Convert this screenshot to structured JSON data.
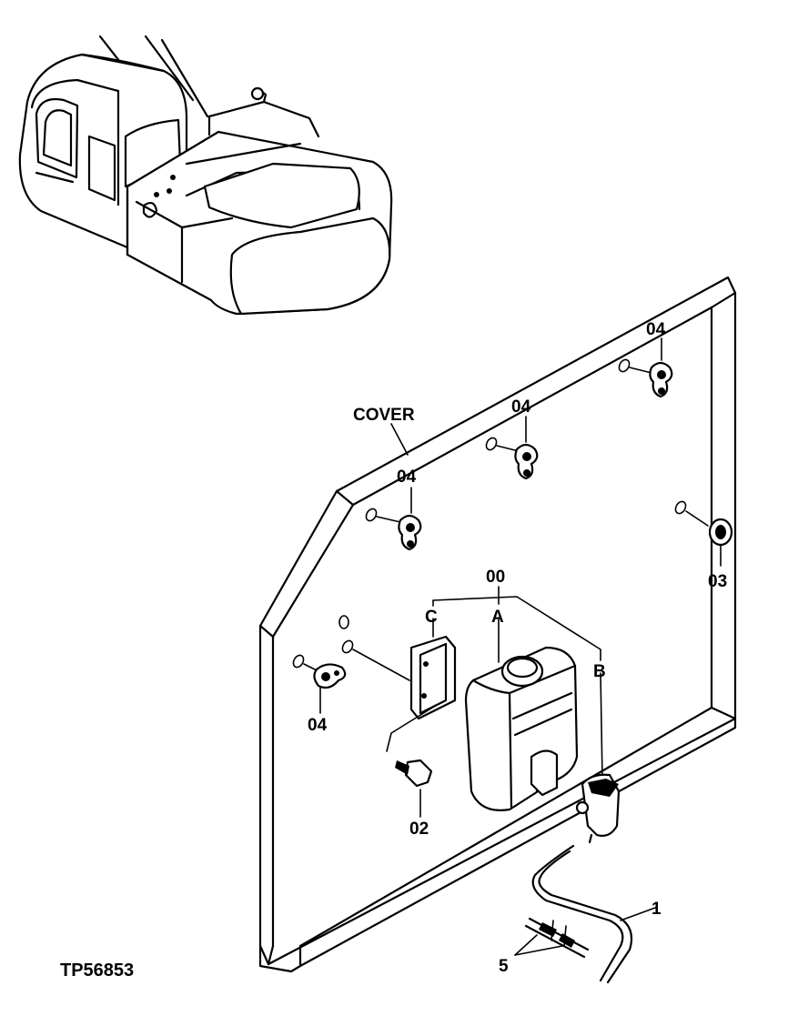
{
  "figure_id": "TP56853",
  "labels": {
    "cover": "COVER",
    "assembly": "00",
    "sub_a": "A",
    "sub_b": "B",
    "sub_c": "C",
    "bolt": "02",
    "grommet": "03",
    "clip_top_right": "04",
    "clip_top_mid": "04",
    "clip_top_left": "04",
    "clip_left": "04",
    "hose": "1",
    "connector": "5"
  }
}
